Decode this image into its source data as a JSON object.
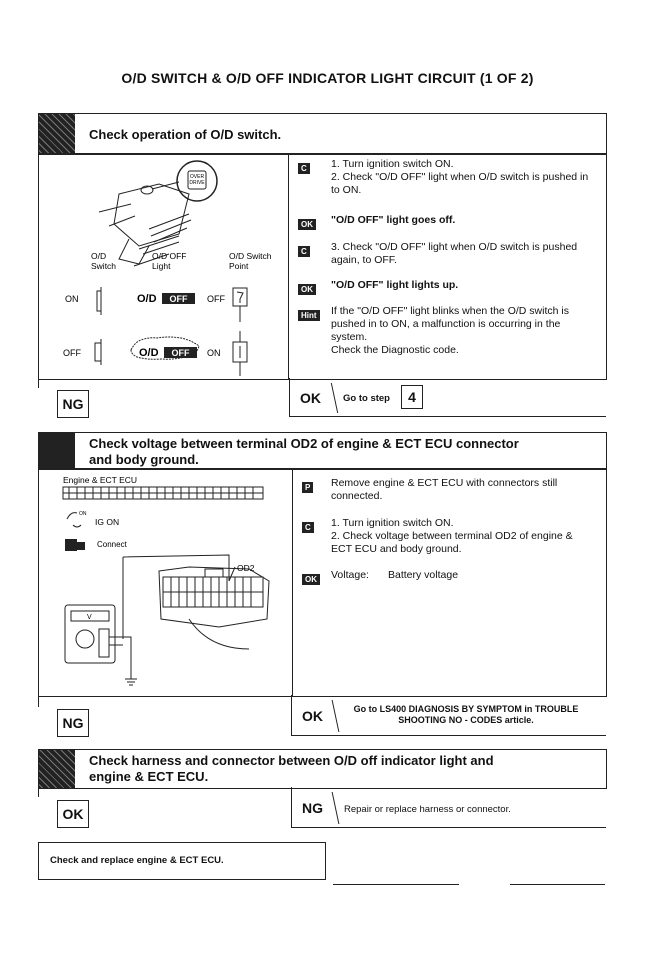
{
  "title": "O/D SWITCH & O/D OFF INDICATOR LIGHT CIRCUIT (1 OF 2)",
  "section1": {
    "header": "Check operation of O/D switch.",
    "diagram": {
      "col_switch": "O/D\nSwitch",
      "col_light": "O/D OFF\nLight",
      "col_point": "O/D Switch\nPoint",
      "row_on": "ON",
      "row_off": "OFF",
      "light_text": "O/D",
      "light_badge": "OFF",
      "point_off": "OFF",
      "point_on": "ON",
      "callout": "OVER\nDRIVE"
    },
    "tag_c": "C",
    "tag_ok": "OK",
    "tag_hint": "Hint",
    "step1": "1.  Turn ignition switch ON.",
    "step2": "2.  Check \"O/D OFF\" light when O/D switch is pushed in to ON.",
    "ok1": "\"O/D OFF\" light goes off.",
    "step3": "3.  Check \"O/D OFF\" light when O/D switch is pushed again, to OFF.",
    "ok2": "\"O/D OFF\" light lights up.",
    "hint": "If the \"O/D OFF\" light blinks when the O/D switch is pushed in to ON, a malfunction is occurring in the system.",
    "hint2": "Check the Diagnostic code.",
    "ng": "NG",
    "ok": "OK",
    "ok_action": "Go to step",
    "step_no": "4"
  },
  "section2": {
    "header": "Check voltage between terminal OD2 of engine & ECT ECU connector and body ground.",
    "diagram": {
      "ecu_label": "Engine & ECT ECU",
      "ign": "IG ON",
      "on_small": "ON",
      "connect": "Connect",
      "od2": "OD2",
      "meter_v": "V"
    },
    "tag_p": "P",
    "tag_c": "C",
    "tag_ok": "OK",
    "prep": "Remove engine & ECT ECU with connectors still connected.",
    "step1": "1.  Turn ignition switch ON.",
    "step2": "2.  Check voltage between terminal OD2 of engine & ECT ECU and body ground.",
    "ok_label": "Voltage:",
    "ok_value": "Battery voltage",
    "ng": "NG",
    "ok": "OK",
    "ok_action": "Go to LS400 DIAGNOSIS BY SYMPTOM in TROUBLE SHOOTING NO - CODES article."
  },
  "section3": {
    "header": "Check harness and connector between O/D off indicator light and engine & ECT ECU.",
    "ok": "OK",
    "ng": "NG",
    "ng_action": "Repair or replace harness or connector."
  },
  "final": "Check and replace engine & ECT ECU."
}
